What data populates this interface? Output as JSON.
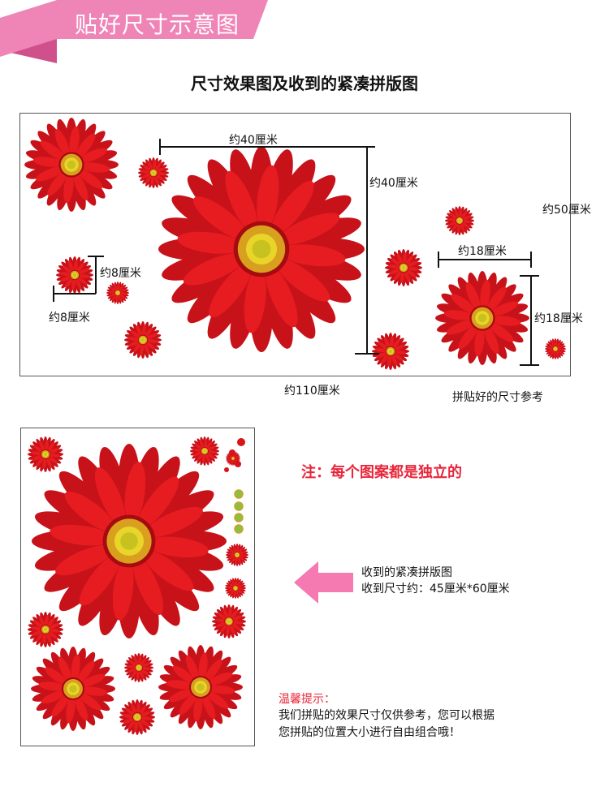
{
  "header": {
    "banner_title": "贴好尺寸示意图"
  },
  "section_title": "尺寸效果图及收到的紧凑拼版图",
  "effect_diagram": {
    "labels": {
      "large_width": "约40厘米",
      "large_height": "约40厘米",
      "total_height": "约50厘米",
      "medium_width": "约18厘米",
      "medium_height": "约18厘米",
      "small_height": "约8厘米",
      "small_width": "约8厘米",
      "total_width": "约110厘米",
      "caption": "拼贴好的尺寸参考"
    }
  },
  "note": "注：每个图案都是独立的",
  "received": {
    "line1": "收到的紧凑拼版图",
    "line2": "收到尺寸约：45厘米*60厘米"
  },
  "tip": {
    "title": "温馨提示：",
    "line1": "我们拼贴的效果尺寸仅供参考，您可以根据",
    "line2": "您拼贴的位置大小进行自由组合哦！"
  },
  "colors": {
    "banner_pink": "#ef84b6",
    "banner_dark": "#d0508c",
    "arrow_pink": "#f47ab1",
    "petal_red": "#d81418",
    "petal_dark": "#a50b0f",
    "center_yellow": "#e9d52a",
    "accent_red": "#e8263a"
  },
  "icons": {
    "flower": "gerbera-daisy-icon",
    "arrow": "left-arrow-icon"
  }
}
